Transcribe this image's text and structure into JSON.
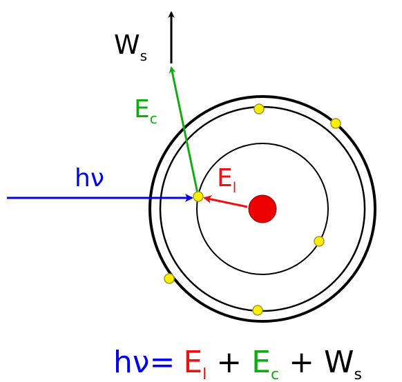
{
  "colors": {
    "photon": "#0000ee",
    "binding": "#ee1111",
    "kinetic": "#11aa11",
    "work": "#000000",
    "nucleus": "#ee0000",
    "electron": "#ffee00",
    "electron_stroke": "#999933"
  },
  "labels": {
    "work_symbol": "W",
    "work_sub": "s",
    "kinetic_symbol": "E",
    "kinetic_sub": "c",
    "binding_symbol": "E",
    "binding_sub": "l",
    "photon": "hν"
  },
  "equation": {
    "lhs": "hν",
    "equals": "=",
    "t1_symbol": "E",
    "t1_sub": "l",
    "plus1": "+",
    "t2_symbol": "E",
    "t2_sub": "c",
    "plus2": "+",
    "t3_symbol": "W",
    "t3_sub": "s"
  }
}
